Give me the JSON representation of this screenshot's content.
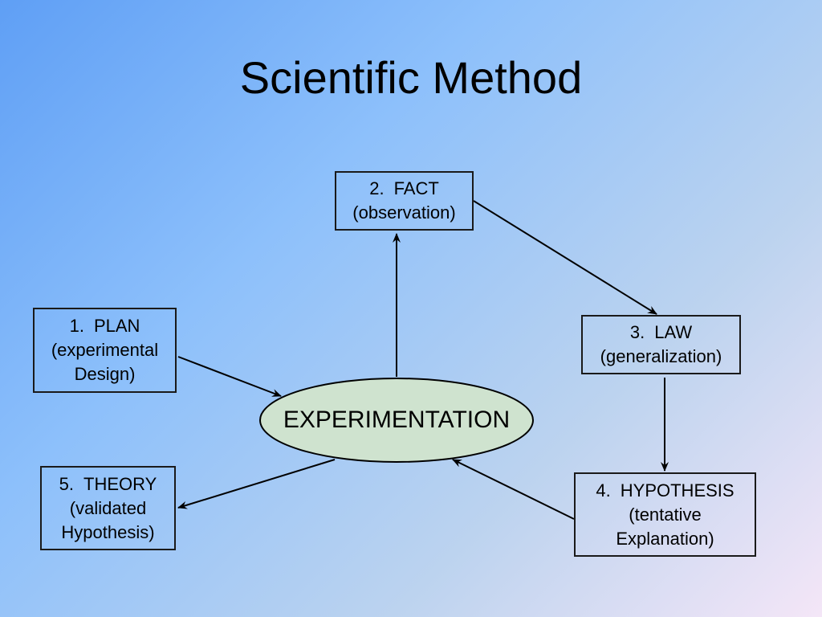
{
  "title": "Scientific Method",
  "center": {
    "label": "EXPERIMENTATION"
  },
  "steps": {
    "plan": {
      "number": "1.",
      "name": "PLAN",
      "line2": "(experimental",
      "line3": "Design)"
    },
    "fact": {
      "number": "2.",
      "name": "FACT",
      "line2": "(observation)"
    },
    "law": {
      "number": "3.",
      "name": "LAW",
      "line2": "(generalization)"
    },
    "hypothesis": {
      "number": "4.",
      "name": "HYPOTHESIS",
      "line2": "(tentative",
      "line3": "Explanation)"
    },
    "theory": {
      "number": "5.",
      "name": "THEORY",
      "line2": "(validated",
      "line3": "Hypothesis)"
    }
  },
  "colors": {
    "background_start": "#5f9ff5",
    "background_end": "#f4e6f7",
    "ellipse_fill": "#cfe3cf",
    "stroke": "#000000"
  }
}
